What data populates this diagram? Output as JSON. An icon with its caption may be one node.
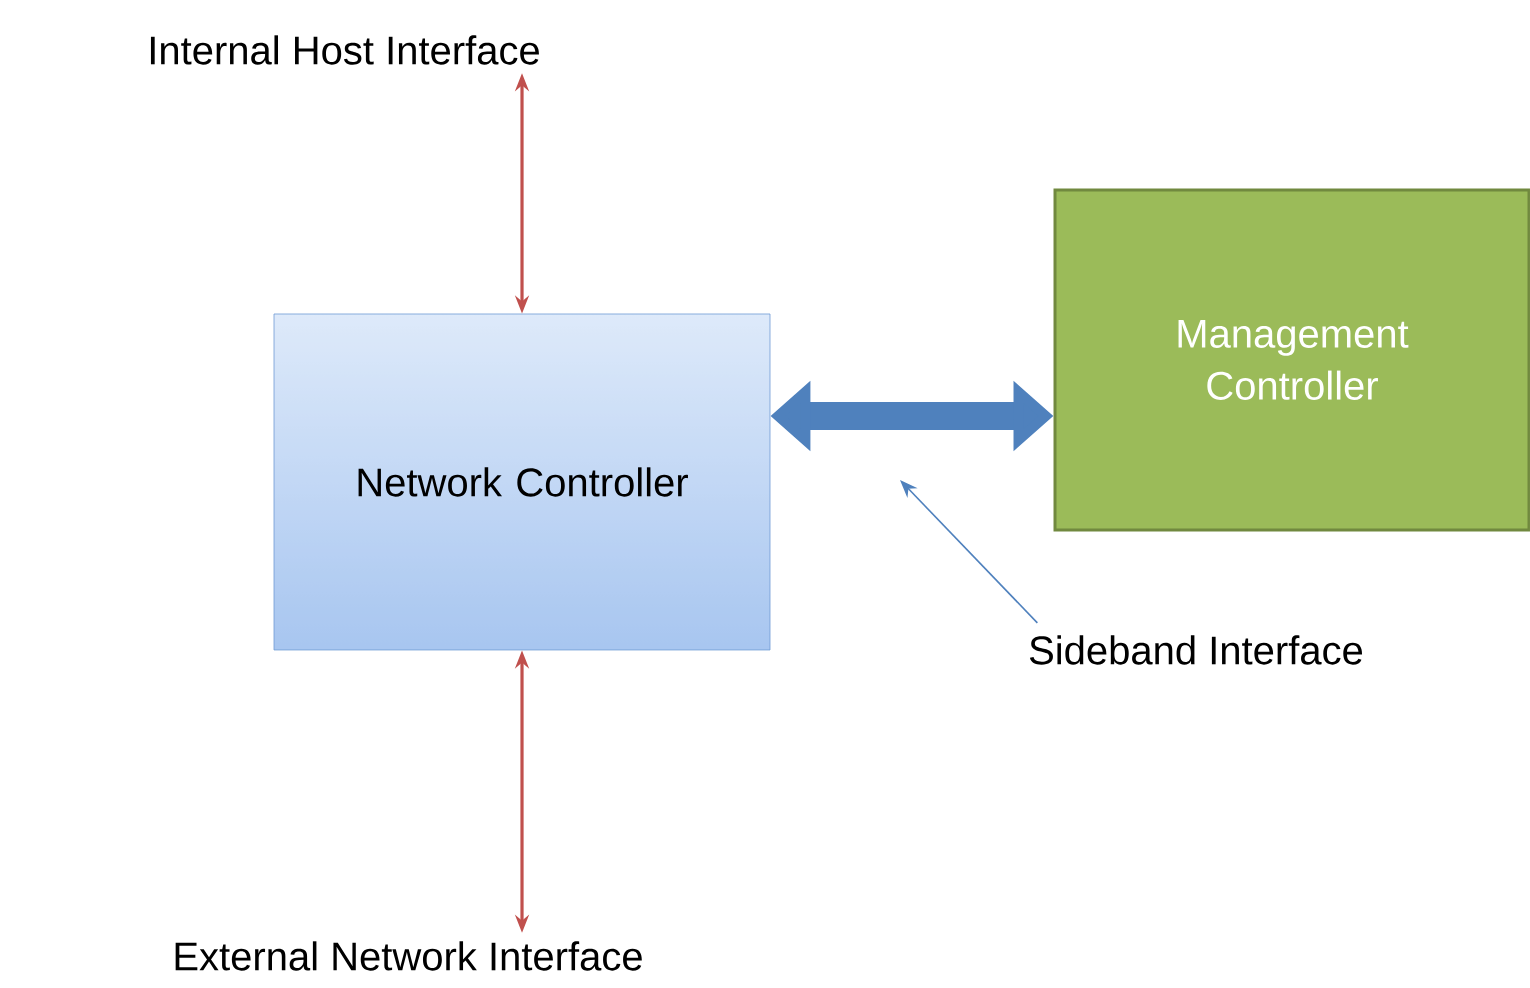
{
  "diagram": {
    "nodes": [
      {
        "text": [
          "Internal Host Interface"
        ]
      },
      {
        "text": [
          "Network Controller"
        ]
      },
      {
        "text": [
          "Management Controller"
        ]
      },
      {
        "text": [
          "External Network Interface"
        ]
      },
      {
        "text": [
          "Sideband Interface"
        ]
      }
    ],
    "edges": [
      {
        "from": 0,
        "to": 1,
        "arrow": "both"
      },
      {
        "from": 1,
        "to": 3,
        "arrow": "both"
      },
      {
        "from": 1,
        "to": 2,
        "arrow": "both",
        "style": "thick",
        "color": "#4f81bd"
      },
      {
        "from": 4,
        "to": null,
        "arrow": "to",
        "color": "#4f81bd"
      }
    ]
  }
}
